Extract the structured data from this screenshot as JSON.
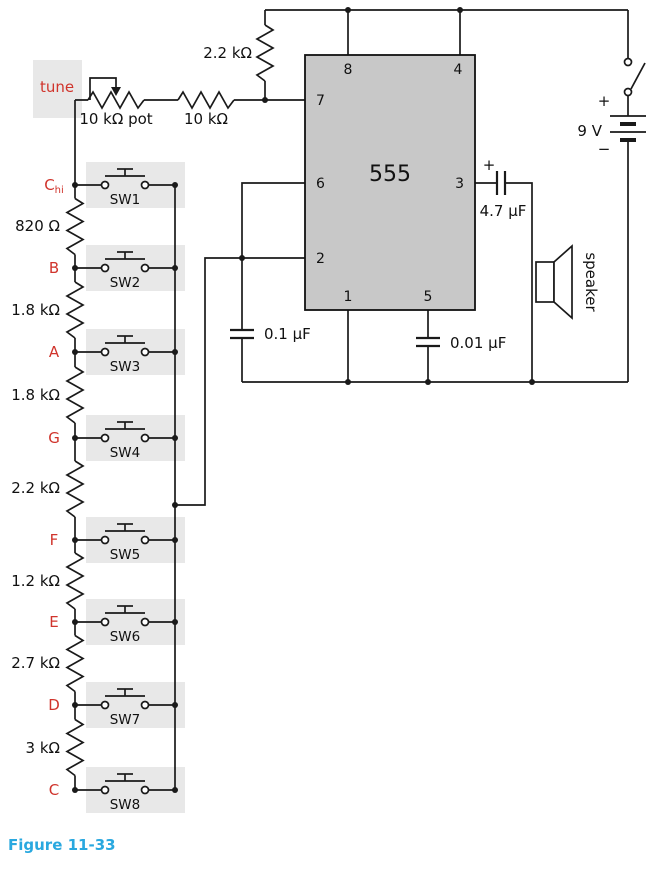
{
  "caption": "Figure 11-33",
  "colors": {
    "wire": "#1a1a1a",
    "note": "#d0342c",
    "ic_fill": "#c8c8c8",
    "row_bg": "#e8e8e8",
    "caption": "#29a8df"
  },
  "ic": {
    "label": "555",
    "pin8": "8",
    "pin4": "4",
    "pin7": "7",
    "pin6": "6",
    "pin2": "2",
    "pin3": "3",
    "pin1": "1",
    "pin5": "5"
  },
  "tune": {
    "label": "tune",
    "pot_label": "10 kΩ pot",
    "series_resistor": "10 kΩ",
    "top_resistor": "2.2 kΩ"
  },
  "power": {
    "battery": "9 V",
    "plus": "+",
    "minus": "−"
  },
  "output": {
    "cap": "4.7 µF",
    "cap_plus": "+",
    "speaker": "speaker"
  },
  "caps": {
    "timing": "0.1 µF",
    "control": "0.01 µF"
  },
  "ladder": {
    "rows": [
      {
        "note": "C",
        "note_sub": "hi",
        "sw": "SW1"
      },
      {
        "note": "B",
        "note_sub": "",
        "sw": "SW2"
      },
      {
        "note": "A",
        "note_sub": "",
        "sw": "SW3"
      },
      {
        "note": "G",
        "note_sub": "",
        "sw": "SW4"
      },
      {
        "note": "F",
        "note_sub": "",
        "sw": "SW5"
      },
      {
        "note": "E",
        "note_sub": "",
        "sw": "SW6"
      },
      {
        "note": "D",
        "note_sub": "",
        "sw": "SW7"
      },
      {
        "note": "C",
        "note_sub": "",
        "sw": "SW8"
      }
    ],
    "resistors": [
      "820 Ω",
      "1.8 kΩ",
      "1.8 kΩ",
      "2.2 kΩ",
      "1.2 kΩ",
      "2.7 kΩ",
      "3 kΩ"
    ]
  }
}
